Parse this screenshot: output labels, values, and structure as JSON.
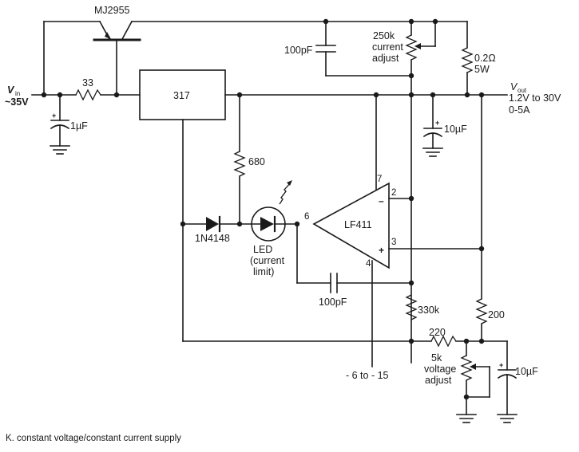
{
  "diagram": {
    "caption": "K.  constant voltage/constant current supply",
    "input": {
      "symbol": "V",
      "subscript": "in",
      "value": "~35V"
    },
    "output": {
      "symbol": "V",
      "subscript": "out",
      "range": "1.2V to 30V",
      "current": "0-5A"
    },
    "components": {
      "transistor": "MJ2955",
      "regulator": "317",
      "opamp": "LF411",
      "r_input": "33",
      "c_input": "1µF",
      "c_top": "100pF",
      "pot_current": [
        "250k",
        "current",
        "adjust"
      ],
      "r_sense": [
        "0.2Ω",
        "5W"
      ],
      "c_output": "10µF",
      "r_680": "680",
      "diode": "1N4148",
      "led": [
        "LED",
        "(current",
        "limit)"
      ],
      "c_feedback": "100pF",
      "r_330k": "330k",
      "r_220": "220",
      "r_200": "200",
      "pot_voltage": [
        "5k",
        "voltage",
        "adjust"
      ],
      "c_bottom": "10µF",
      "supply_neg": "- 6 to - 15"
    },
    "opamp_pins": {
      "p7": "7",
      "p2": "2",
      "p3": "3",
      "p4": "4",
      "p6": "6",
      "minus": "–",
      "plus": "+"
    }
  }
}
